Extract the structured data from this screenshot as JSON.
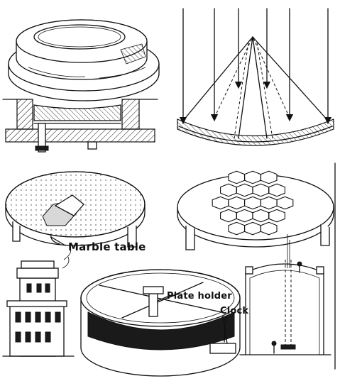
{
  "labels": {
    "marble_table": "Marble table",
    "plate_holder": "Plate holder",
    "clock": "Clock"
  },
  "panels": [
    {
      "id": "mirror-blank",
      "depicts": "mirror-blank-disk"
    },
    {
      "id": "mirror-cross-section",
      "depicts": "cross-section"
    },
    {
      "id": "ray-diagram",
      "depicts": "parallel-rays-to-focus"
    },
    {
      "id": "grinding-table",
      "depicts": "grinding-on-table"
    },
    {
      "id": "hexagon-segments",
      "depicts": "hexagonal-mirror-segments"
    },
    {
      "id": "tower",
      "depicts": "tower-building"
    },
    {
      "id": "mirror-cell",
      "depicts": "mirror-in-cell-with-plate-holder"
    },
    {
      "id": "observatory-section",
      "depicts": "dome-section"
    }
  ]
}
